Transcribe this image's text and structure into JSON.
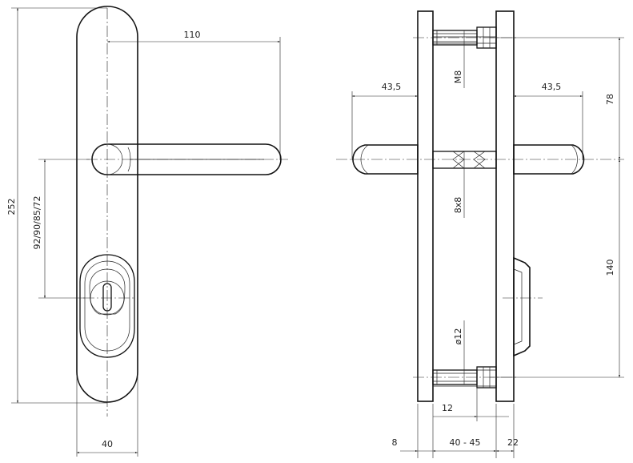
{
  "front_view": {
    "dim_height": "252",
    "dim_spacing": "92/90/85/72",
    "dim_handle_length": "110",
    "dim_width": "40"
  },
  "side_view": {
    "dim_thread": "M8",
    "dim_square": "8x8",
    "dim_diameter": "ø12",
    "dim_handle_left": "43,5",
    "dim_handle_right": "43,5",
    "dim_upper": "78",
    "dim_lower": "140",
    "dim_offset": "12",
    "dim_plate": "8",
    "dim_door": "40 - 45",
    "dim_shield": "22"
  }
}
